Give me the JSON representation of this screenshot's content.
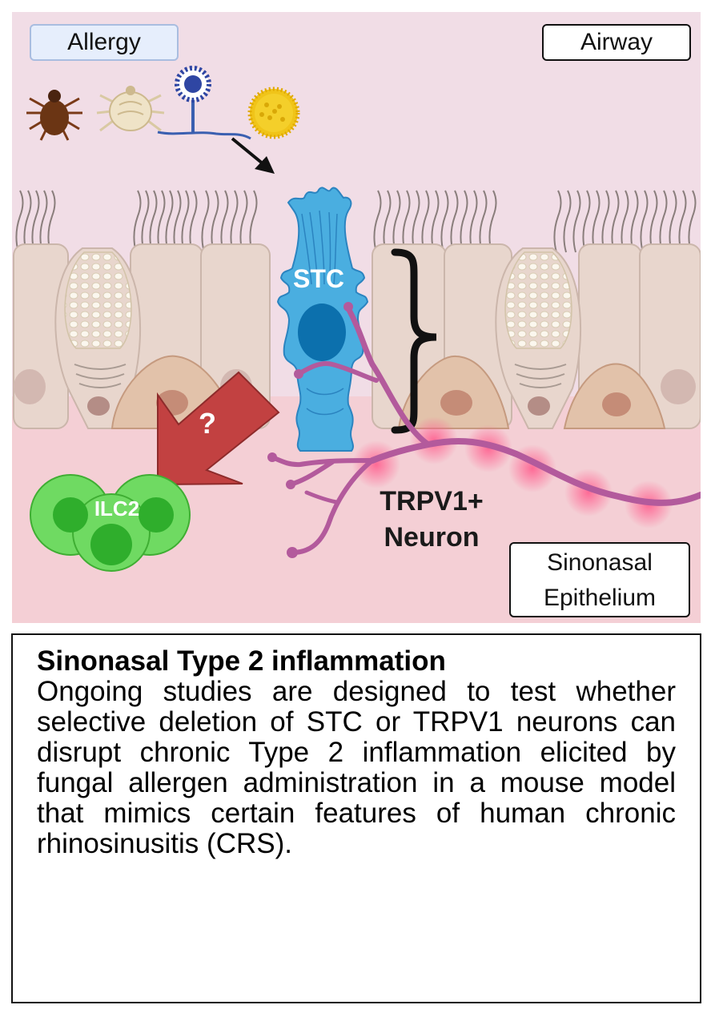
{
  "labels": {
    "allergy": "Allergy",
    "airway": "Airway",
    "stc": "STC",
    "ilc2": "ILC2",
    "question": "?",
    "neuron_line1": "TRPV1+",
    "neuron_line2": "Neuron",
    "sinonasal_line1": "Sinonasal",
    "sinonasal_line2": "Epithelium"
  },
  "icons": [
    "tick-icon",
    "dust-mite-icon",
    "fungus-icon",
    "pollen-icon"
  ],
  "colors": {
    "airway_background": "#f1dde6",
    "tissue_background": "#f4cfd5",
    "stc_cell": "#4aaee0",
    "stc_nucleus": "#0c70ad",
    "ilc2": "#6fda62",
    "neuron": "#b35a9c",
    "arrow": "#c24141"
  },
  "caption": {
    "title": "Sinonasal Type 2 inflammation",
    "body": "Ongoing studies are designed to test whether selective deletion of STC or TRPV1 neurons can disrupt chronic Type 2 inflammation elicited by fungal allergen administration in a mouse model that mimics certain features of human chronic rhinosinusitis (CRS)."
  }
}
